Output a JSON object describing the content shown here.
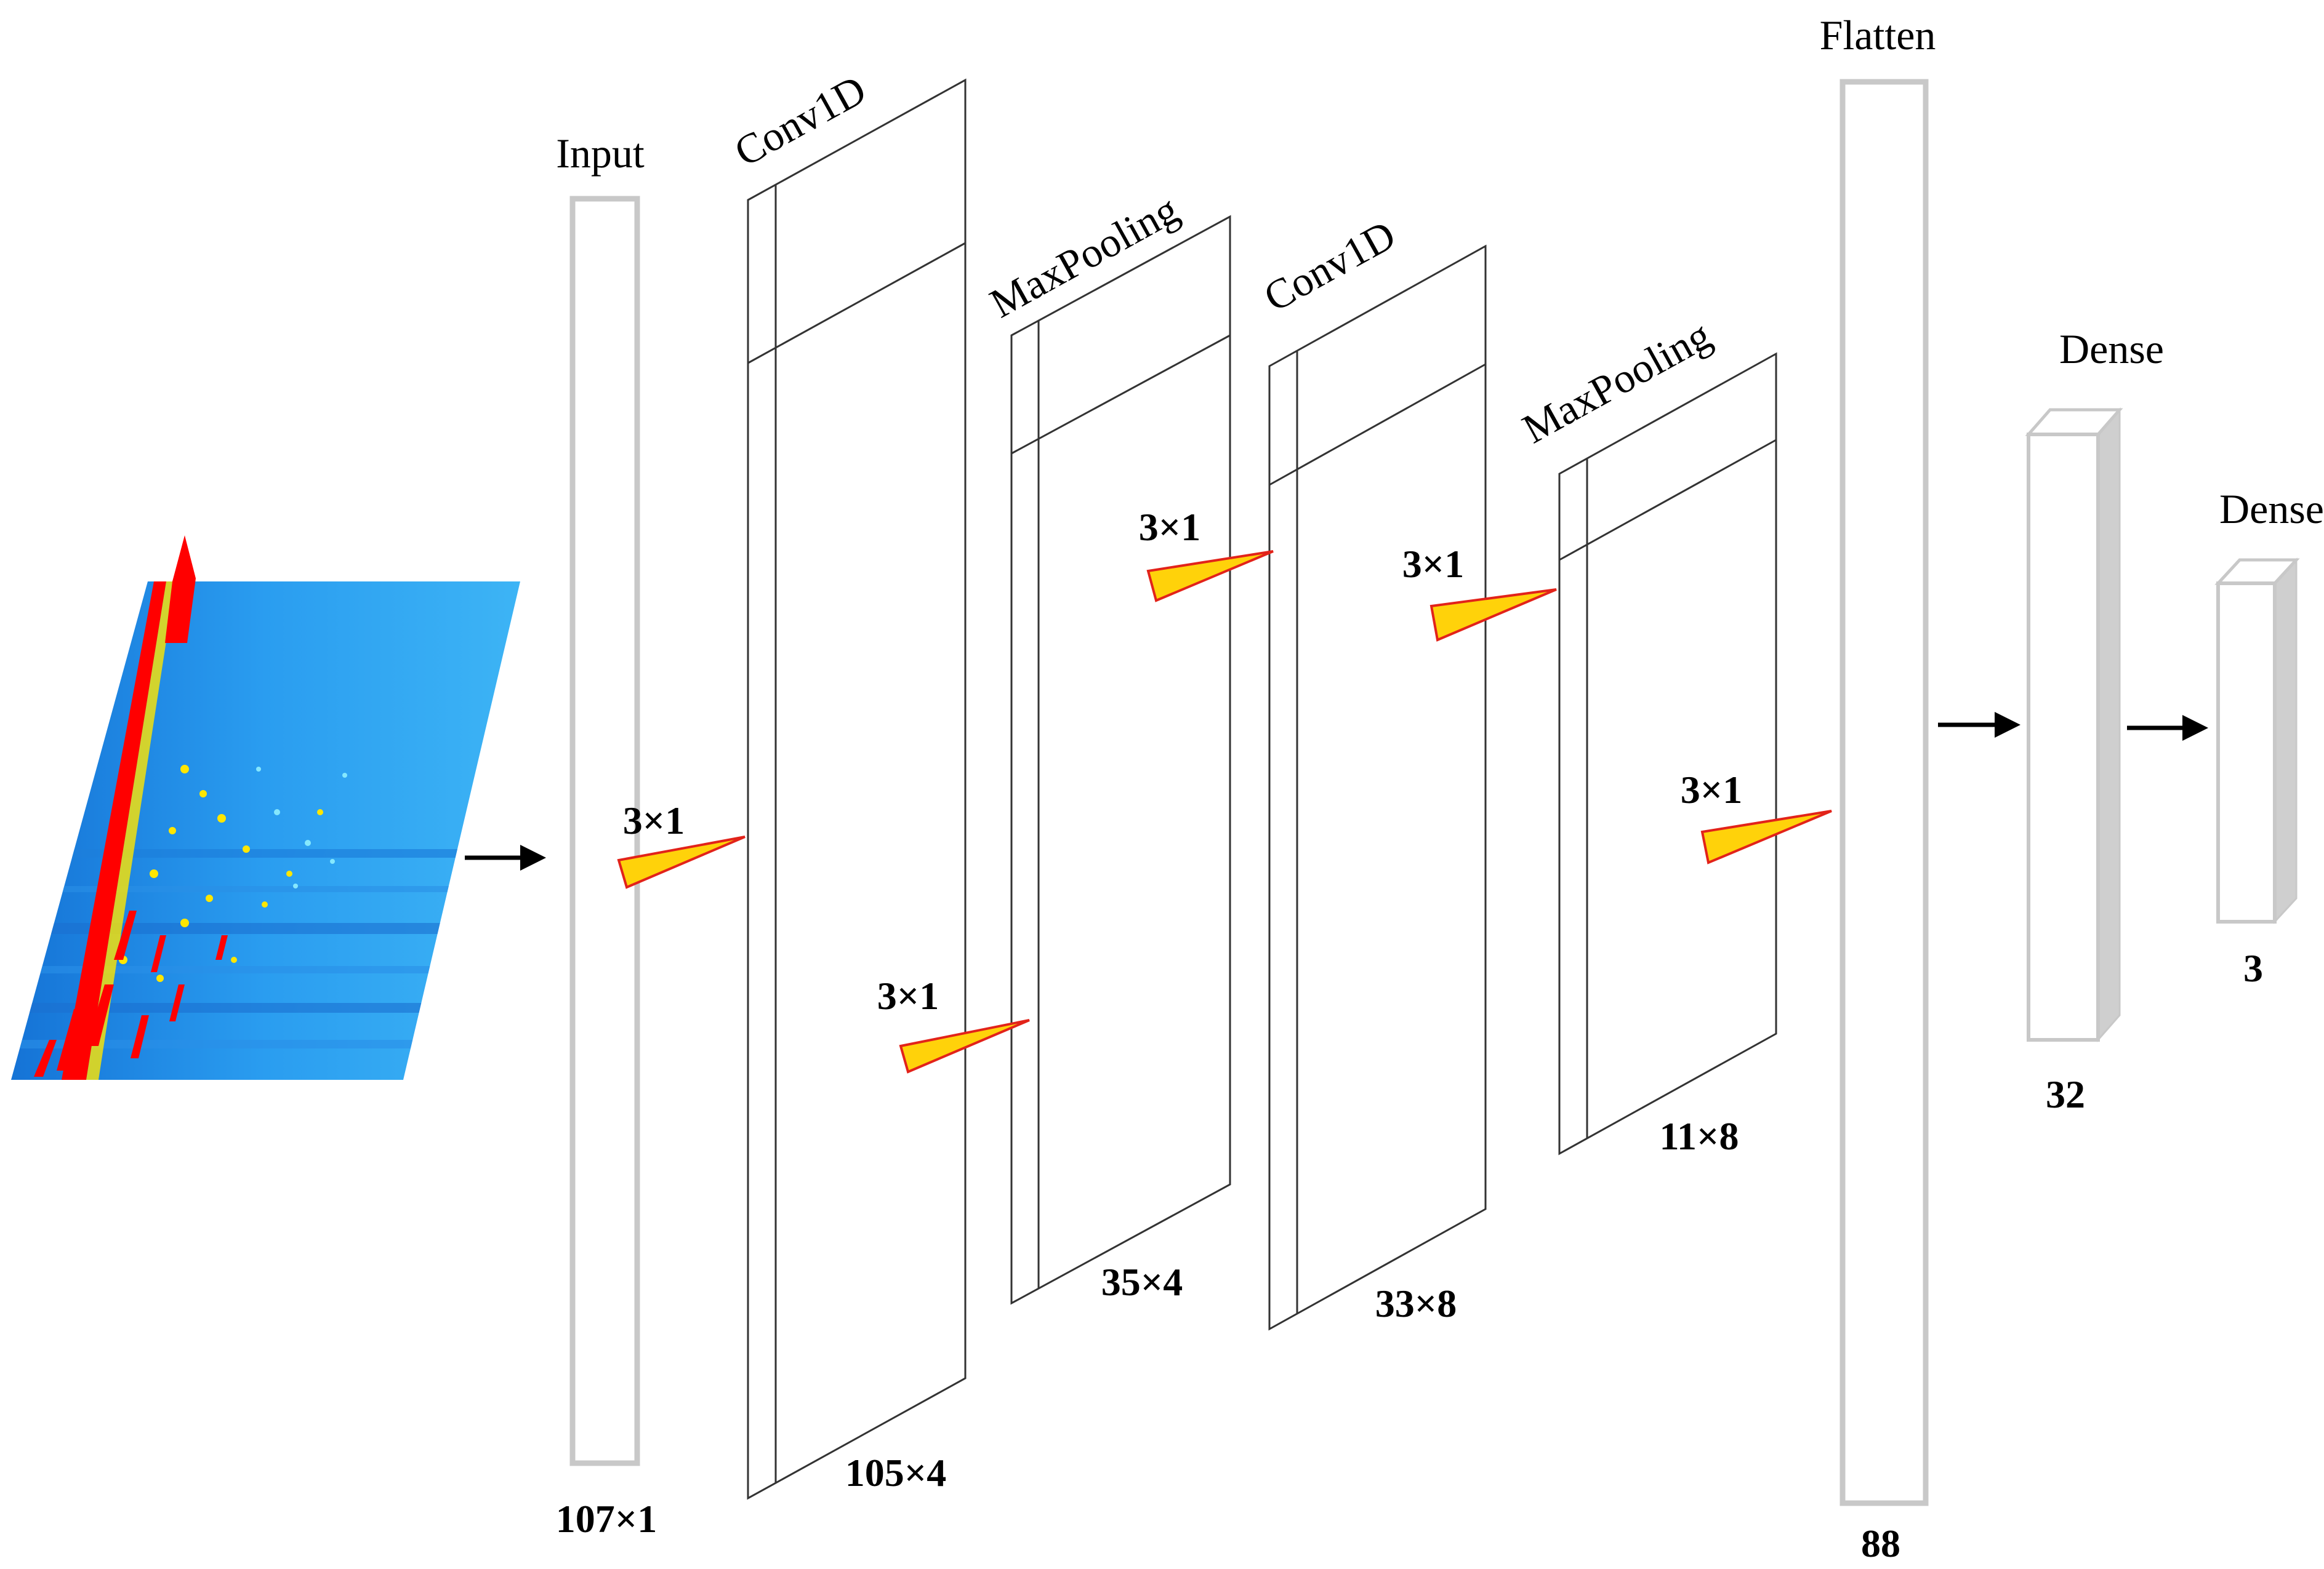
{
  "input_image": {
    "name": "2D chromatogram plot",
    "colors": {
      "background": "#1e8fe6",
      "peak": "#ff0000",
      "highlight": "#ffe600"
    }
  },
  "layers": {
    "input": {
      "title": "Input",
      "dims": "107×1"
    },
    "conv1": {
      "title": "Conv1D",
      "dims": "105×4"
    },
    "pool1": {
      "title": "MaxPooling",
      "dims": "35×4"
    },
    "conv2": {
      "title": "Conv1D",
      "dims": "33×8"
    },
    "pool2": {
      "title": "MaxPooling",
      "dims": "11×8"
    },
    "flatten": {
      "title": "Flatten",
      "dims": "88"
    },
    "dense1": {
      "title": "Dense",
      "dims": "32"
    },
    "dense2": {
      "title": "Dense",
      "dims": "3"
    }
  },
  "kernels": [
    "3×1",
    "3×1",
    "3×1",
    "3×1",
    "3×1"
  ],
  "colors": {
    "frame": "#333333",
    "gray_frame": "#c8c8c8",
    "dense_side": "#cfcfcf",
    "kernel_fill": "#ffd20a",
    "kernel_stroke": "#e2231a",
    "arrow": "#000000"
  }
}
